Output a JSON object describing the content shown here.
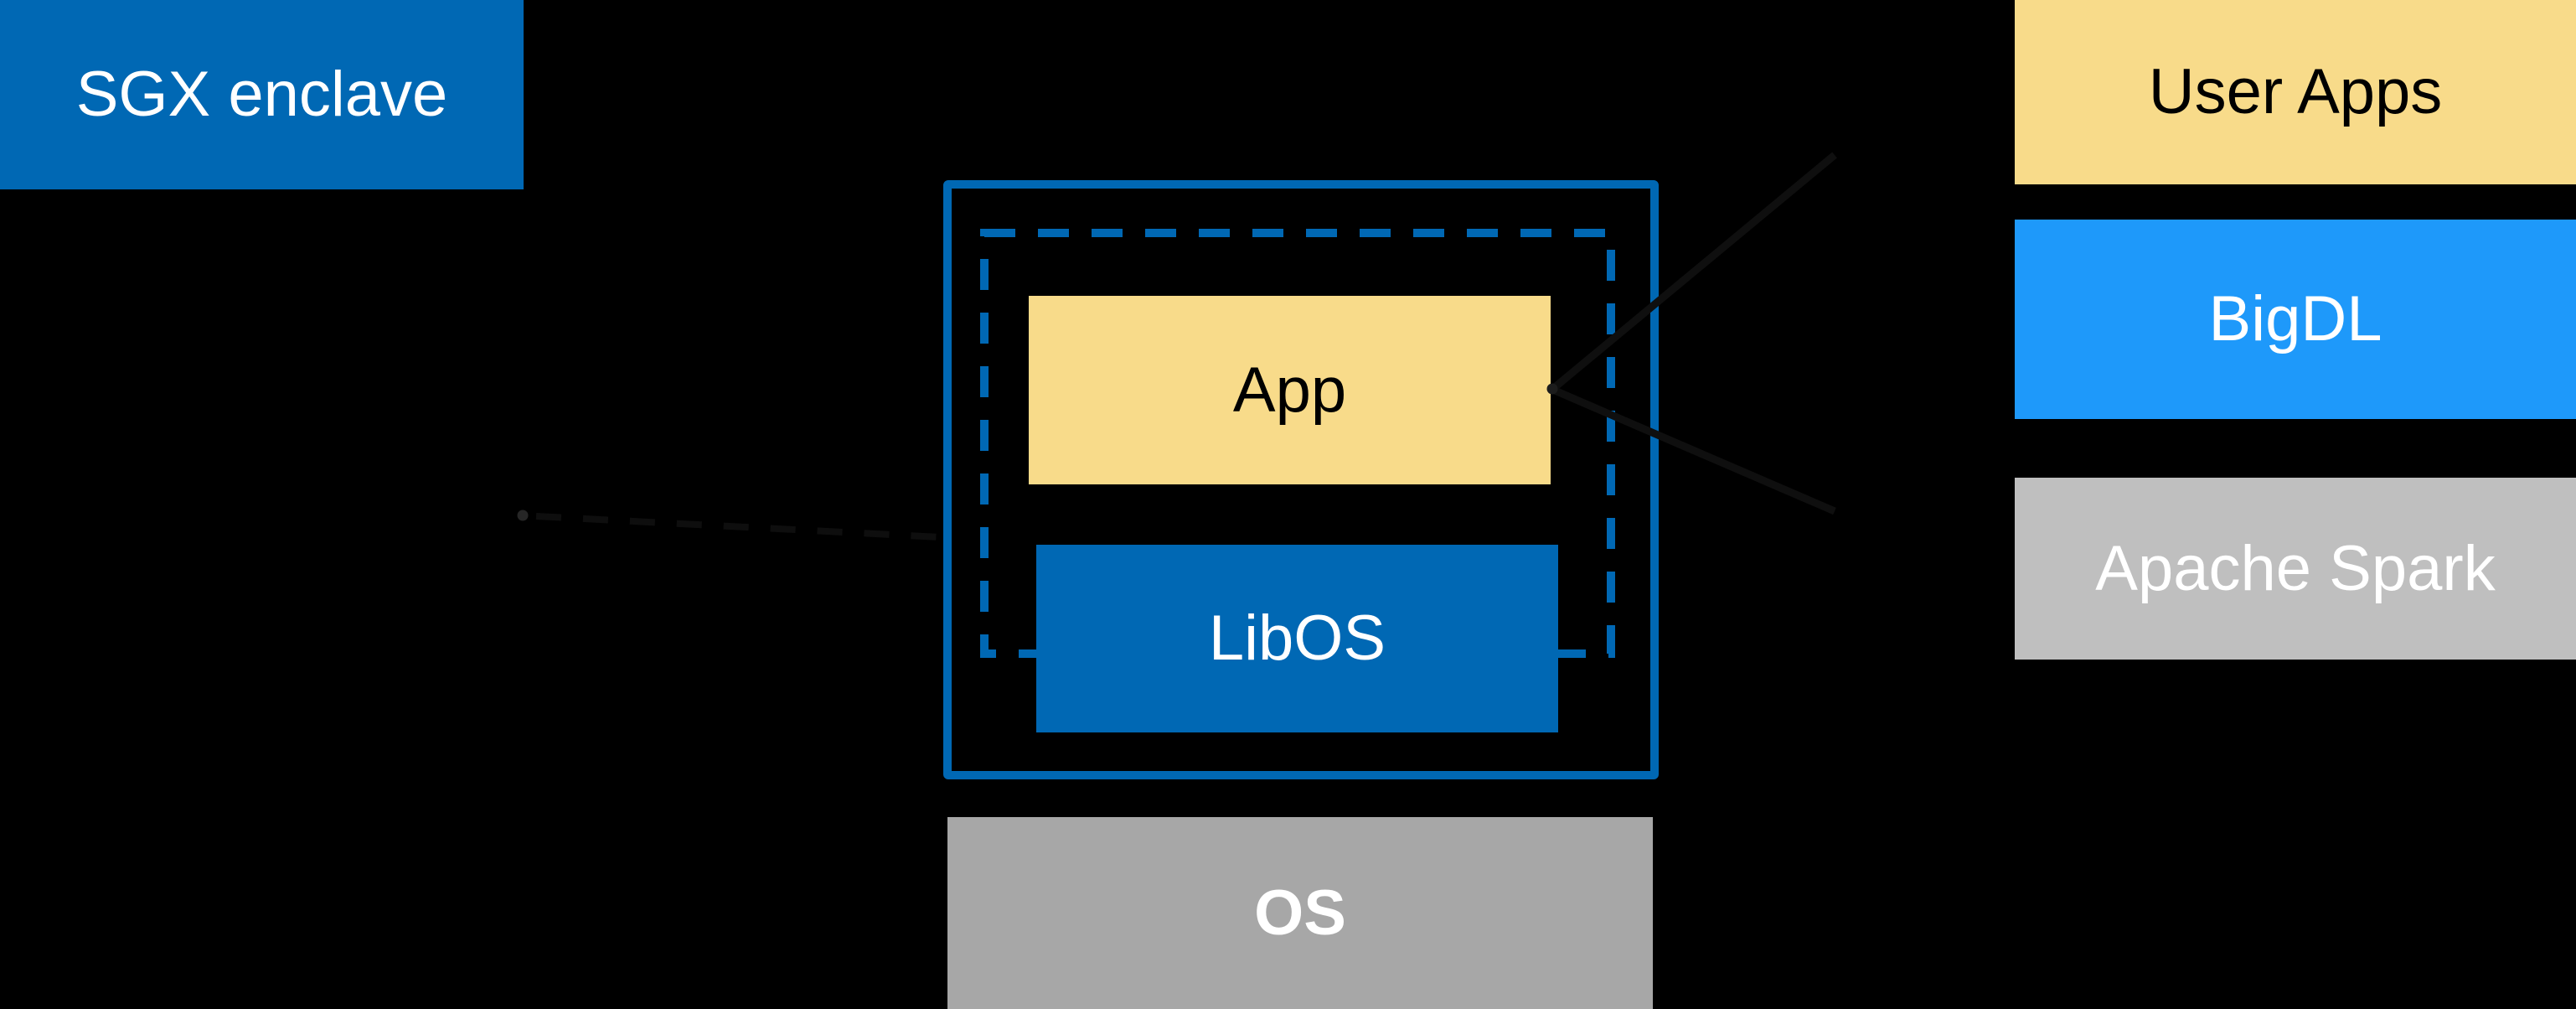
{
  "diagram": {
    "title_present": false,
    "background": "#000000",
    "nodes": {
      "sgx_enclave": {
        "label": "SGX enclave",
        "fill": "#0068B4",
        "text_color": "#FFFFFF"
      },
      "app": {
        "label": "App",
        "fill": "#F8DB8A",
        "text_color": "#000000"
      },
      "libos": {
        "label": "LibOS",
        "fill": "#0068B4",
        "text_color": "#FFFFFF"
      },
      "os": {
        "label": "OS",
        "fill": "#A7A7A7",
        "text_color": "#FFFFFF",
        "bold": true
      },
      "user_apps": {
        "label": "User Apps",
        "fill": "#F8DB8A",
        "text_color": "#000000"
      },
      "bigdl": {
        "label": "BigDL",
        "fill": "#1E99FA",
        "text_color": "#FFFFFF"
      },
      "apache_spark": {
        "label": "Apache Spark",
        "fill": "#BFBFBF",
        "text_color": "#FFFFFF"
      }
    },
    "enclave_outline_color": "#0068B4",
    "enclave_dashed_outline_color": "#0068B4",
    "connector_color": "#101010"
  }
}
